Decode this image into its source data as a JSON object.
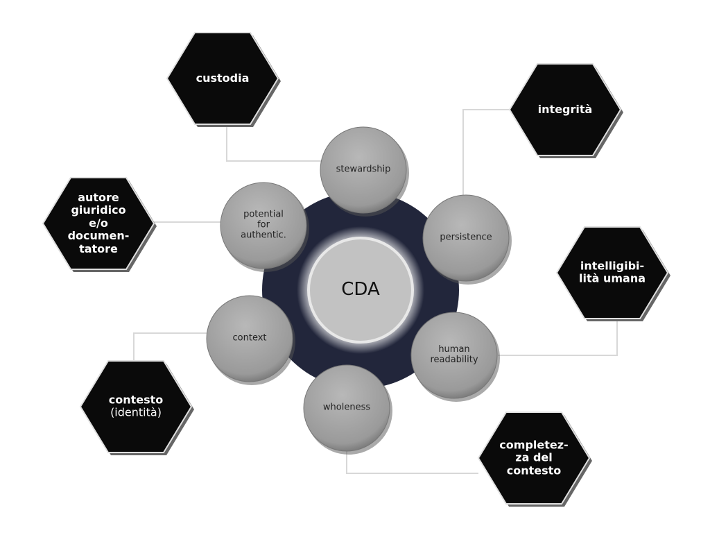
{
  "center": {
    "label": "CDA"
  },
  "properties": [
    {
      "id": "stewardship",
      "lines": [
        "stewardship"
      ]
    },
    {
      "id": "potential-for-authentic",
      "lines": [
        "potential",
        "for",
        "authentic."
      ]
    },
    {
      "id": "persistence",
      "lines": [
        "persistence"
      ]
    },
    {
      "id": "context",
      "lines": [
        "context"
      ]
    },
    {
      "id": "human-readability",
      "lines": [
        "human",
        "readability"
      ]
    },
    {
      "id": "wholeness",
      "lines": [
        "wholeness"
      ]
    }
  ],
  "concepts": [
    {
      "id": "custodia",
      "lines": [
        "custodia"
      ]
    },
    {
      "id": "integrita",
      "lines": [
        "integrità"
      ]
    },
    {
      "id": "autore",
      "lines": [
        "autore",
        "giuridico",
        "e/o",
        "documen-",
        "tatore"
      ]
    },
    {
      "id": "intelligibilita",
      "lines": [
        "intelligibi-",
        "lità umana"
      ]
    },
    {
      "id": "contesto",
      "lines": [
        "contesto"
      ],
      "sub": "(identità)"
    },
    {
      "id": "completezza",
      "lines": [
        "completez-",
        "za del",
        "contesto"
      ]
    }
  ],
  "colors": {
    "hub": "#22263b",
    "hex": "#0a0a0a",
    "circle": "#9a9a9a",
    "connector": "#d8d8d8"
  }
}
